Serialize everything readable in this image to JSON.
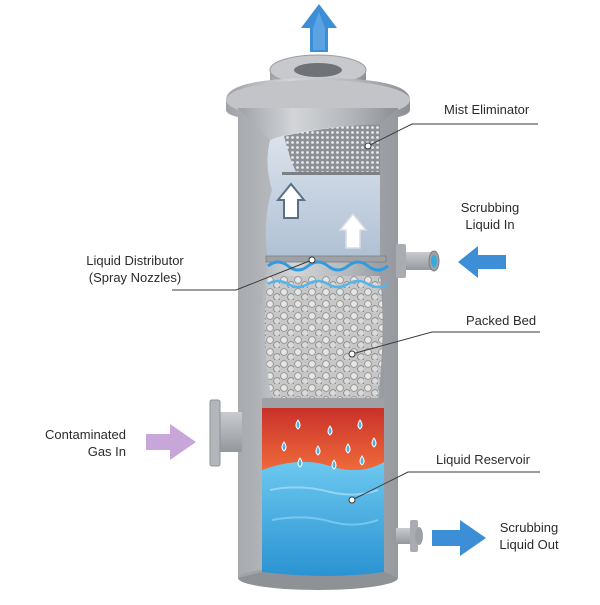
{
  "labels": {
    "mist_eliminator": "Mist Eliminator",
    "scrubbing_liquid_in": [
      "Scrubbing",
      "Liquid In"
    ],
    "liquid_distributor": [
      "Liquid Distributor",
      "(Spray Nozzles)"
    ],
    "packed_bed": "Packed Bed",
    "contaminated_gas_in": [
      "Contaminated",
      "Gas In"
    ],
    "liquid_reservoir": "Liquid Reservoir",
    "scrubbing_liquid_out": [
      "Scrubbing",
      "Liquid Out"
    ]
  },
  "colors": {
    "steel": "#b9bcc0",
    "steel_dark": "#8e9297",
    "gas_zone": "#c9d6e6",
    "packing": "#cfcfcf",
    "hot_zone": "#e2452c",
    "water": "#3aa9e0",
    "arrow_blue": "#3c8ed6",
    "arrow_purple": "#c8a6d9"
  },
  "icons": {
    "gas_out": "arrow-up-icon",
    "liquid_in": "arrow-left-icon",
    "gas_in": "arrow-right-icon",
    "liquid_out": "arrow-right-icon",
    "gas_flow": "hollow-arrow-up-icon",
    "droplet": "droplet-icon"
  }
}
